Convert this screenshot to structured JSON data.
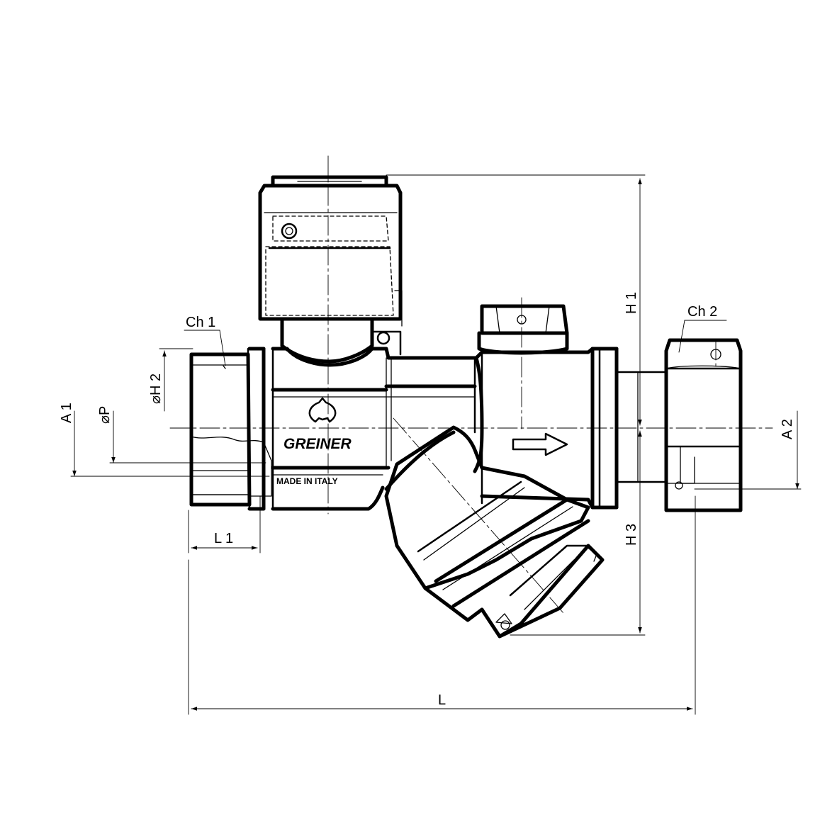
{
  "body_text": {
    "brand": "GREINER",
    "made_in": "MADE IN ITALY"
  },
  "dimensions": {
    "ch1": "Ch 1",
    "ch2": "Ch 2",
    "h1": "H 1",
    "h2": "⌀H 2",
    "h3": "H 3",
    "p": "⌀P",
    "a1": "A 1",
    "a2": "A 2",
    "l1": "L 1",
    "l": "L"
  }
}
